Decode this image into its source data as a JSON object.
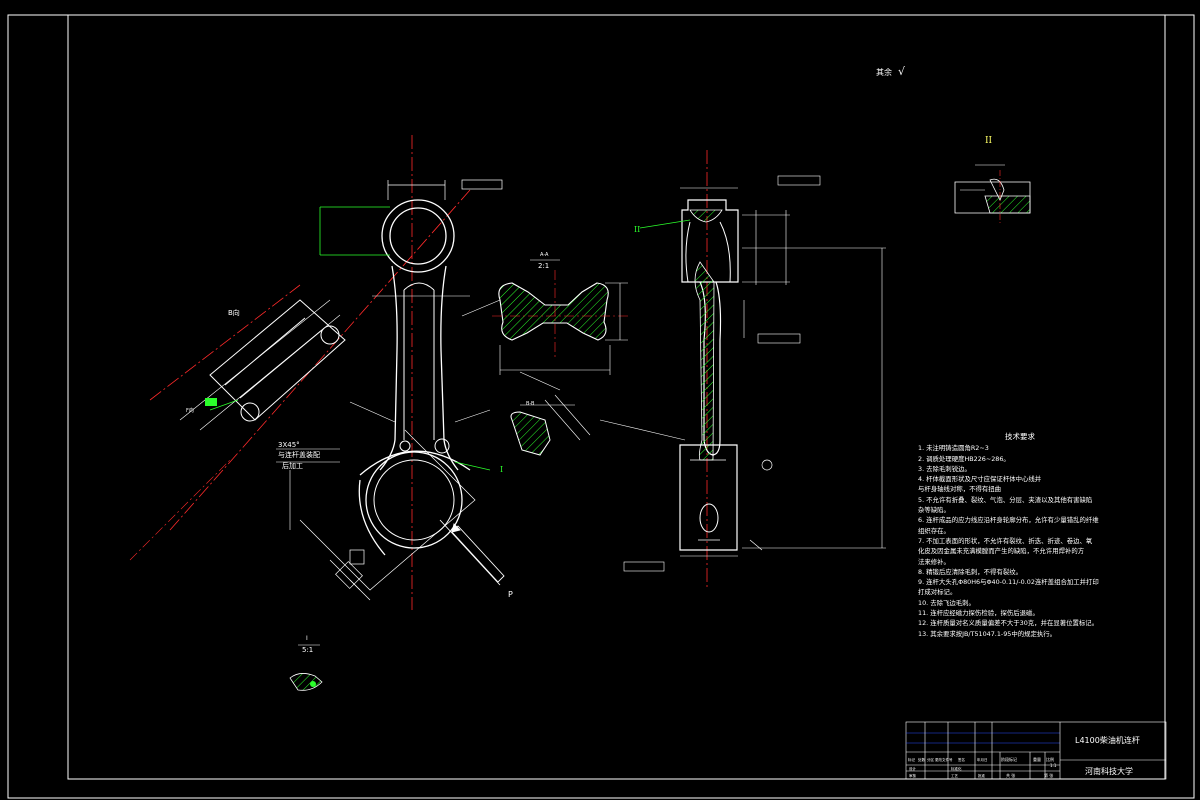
{
  "drawing": {
    "roughness_note": "其余",
    "roughness_symbol": "√",
    "section_label_left": "A-A",
    "section_scale_left": "2:1",
    "section_label_top": "B-B",
    "detail_label_II_top": "II",
    "detail_label_II_left": "II",
    "detail_label_I": "I",
    "detail_I_caption": "I",
    "detail_I_scale": "5:1",
    "load_label": "P",
    "direction_label": "F向",
    "chamfer_label": "3X45°",
    "chamfer_note_1": "与连杆盖装配",
    "chamfer_note_2": "后加工",
    "direction_tag": "B向"
  },
  "tech_requirements": {
    "title": "技术要求",
    "items": [
      "1. 未注明铸造圆角R2~3",
      "2. 调质处理硬度HB226~286。",
      "3. 去除毛刺锐边。",
      "4. 杆体截面形状及尺寸应保证杆体中心线并",
      "   与杆身轴线对称，不得有扭曲",
      "5. 不允许有折叠、裂纹、气泡、分层、夹渣以及其他有害缺陷",
      "   杂等缺陷。",
      "6. 连杆成品的应力线应沿杆身轮廓分布，允许有少量错乱的纤维",
      "   组织存在。",
      "7. 不加工表面的形状，不允许有裂纹、折迭、折迹、卷边、氧",
      "   化皮及因金属未充满模膛而产生的缺陷，不允许用焊补的方",
      "   法来修补。",
      "8. 精锻后应清除毛刺，不得有裂纹。",
      "9. 连杆大头孔Φ80H6与Φ40-0.11/-0.02连杆盖组合加工并打印",
      "   打成对标记。",
      "10. 去除飞边毛刺。",
      "11. 连杆应经磁力探伤检验，探伤后退磁。",
      "12. 连杆质量对名义质量偏差不大于30克，并在显著位置标记。",
      "13. 其余要求按JB/T51047.1-95中的规定执行。"
    ]
  },
  "title_block": {
    "part_name": "L4100柴油机连杆",
    "school": "河南科技大学",
    "scale_value": "1:1",
    "headers": [
      "标记",
      "处数",
      "分区",
      "更改文件号",
      "签名",
      "年月日"
    ],
    "roles": [
      "设计",
      "审核",
      "工艺",
      "标准化",
      "批准"
    ],
    "stage_label": "阶段标记",
    "weight_label": "重量",
    "scale_label": "比例",
    "sheet_label": "共 张",
    "page_label": "第 张"
  },
  "colors": {
    "background": "#000000",
    "line": "#ffffff",
    "centerline": "#ff2a2a",
    "dimension": "#ffffff",
    "hatch": "#2bff2b",
    "title_block_accent": "#2b4cff"
  }
}
